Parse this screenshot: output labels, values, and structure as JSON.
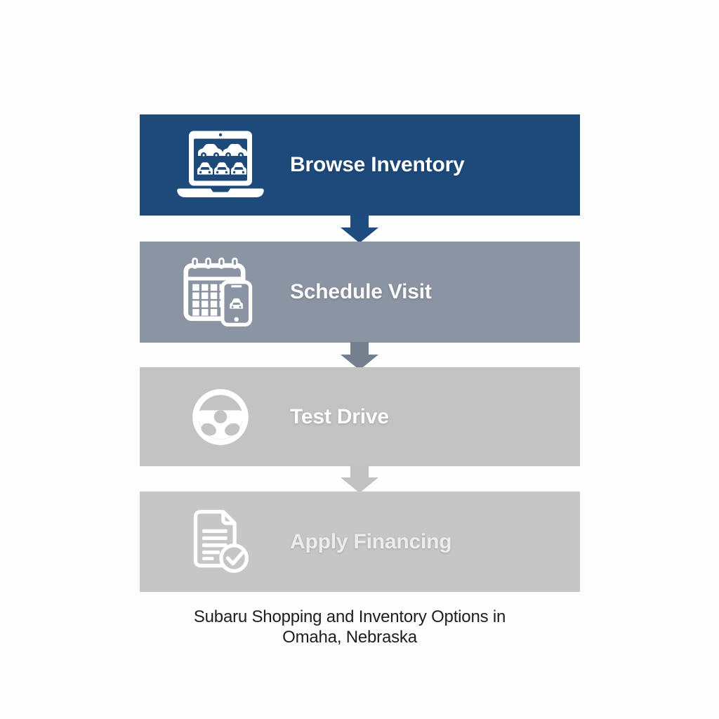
{
  "diagram": {
    "background": "#fdfdfd",
    "steps": [
      {
        "label": "Browse Inventory",
        "icon": "laptop-with-cars-icon",
        "bg": "#1d4a7a",
        "label_color": "#ffffff"
      },
      {
        "label": "Schedule Visit",
        "icon": "calendar-with-phone-icon",
        "bg": "#8a94a2",
        "label_color": "#fafafa"
      },
      {
        "label": "Test Drive",
        "icon": "steering-wheel-icon",
        "bg": "#c3c3c3",
        "label_color": "#fdfdfd"
      },
      {
        "label": "Apply Financing",
        "icon": "document-check-icon",
        "bg": "#c6c6c6",
        "label_color": "#ececec"
      }
    ],
    "arrows": [
      {
        "color": "#1e4c7f"
      },
      {
        "color": "#74808e"
      },
      {
        "color": "#c1c1c1"
      }
    ],
    "caption": {
      "line1": "Subaru Shopping and Inventory Options in",
      "line2": "Omaha, Nebraska"
    }
  }
}
